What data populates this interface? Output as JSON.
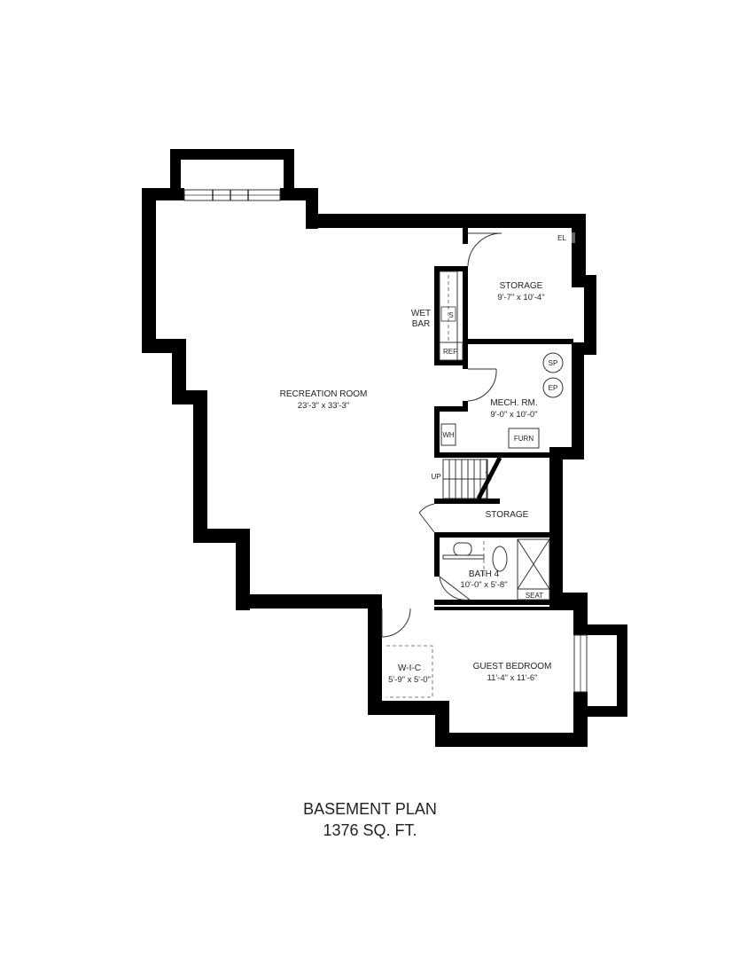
{
  "plan": {
    "title": "BASEMENT PLAN",
    "area": "1376 SQ. FT."
  },
  "rooms": {
    "recreation": {
      "name": "RECREATION ROOM",
      "dims": "23'-3\" x 33'-3\""
    },
    "storage_top": {
      "name": "STORAGE",
      "dims": "9'-7\" x 10'-4\""
    },
    "mech": {
      "name": "MECH. RM.",
      "dims": "9'-0\" x 10'-0\""
    },
    "storage_mid": {
      "name": "STORAGE"
    },
    "bath": {
      "name": "BATH 4",
      "dims": "10'-0\" x 5'-8\""
    },
    "wic": {
      "name": "W-I-C",
      "dims": "5'-9\" x 5'-0\""
    },
    "guest": {
      "name": "GUEST BEDROOM",
      "dims": "11'-4\" x 11'-6\""
    }
  },
  "fixtures": {
    "wet_bar_line1": "WET",
    "wet_bar_line2": "BAR",
    "sink": "S",
    "ref": "REF",
    "el": "EL",
    "sp": "SP",
    "ep": "EP",
    "wh": "WH",
    "furn": "FURN",
    "up": "UP",
    "seat": "SEAT"
  }
}
